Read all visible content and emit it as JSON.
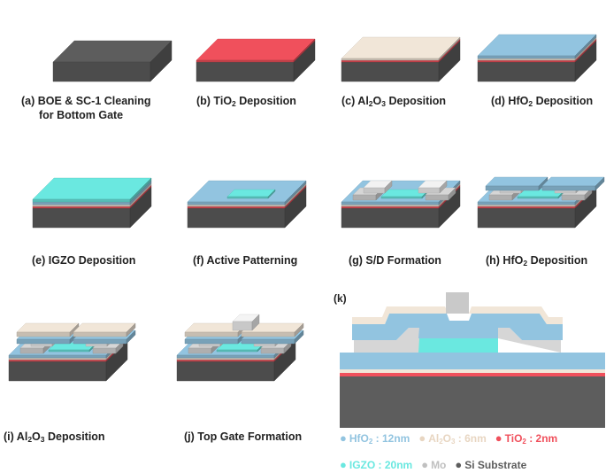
{
  "colors": {
    "si": "#5d5d5d",
    "tio2": "#f0505c",
    "al2o3": "#f1e6d8",
    "hfo2": "#92c4e0",
    "igzo": "#6ae8e0",
    "mo": "#d6d6d6"
  },
  "captions": [
    {
      "pre": "(a) BOE & SC-1 Cleaning",
      "sub": "",
      "post": "",
      "line2": "for Bottom Gate"
    },
    {
      "pre": "(b) TiO",
      "sub": "2",
      "post": " Deposition",
      "line2": ""
    },
    {
      "pre": "(c) Al",
      "sub": "2",
      "mid": "O",
      "sub2": "3",
      "post": " Deposition",
      "line2": ""
    },
    {
      "pre": "(d) HfO",
      "sub": "2",
      "post": " Deposition",
      "line2": ""
    },
    {
      "pre": "(e) IGZO Deposition",
      "sub": "",
      "post": "",
      "line2": ""
    },
    {
      "pre": "(f) Active Patterning",
      "sub": "",
      "post": "",
      "line2": ""
    },
    {
      "pre": "(g) S/D Formation",
      "sub": "",
      "post": "",
      "line2": ""
    },
    {
      "pre": "(h) HfO",
      "sub": "2",
      "post": " Deposition",
      "line2": ""
    },
    {
      "pre": "(i) Al",
      "sub": "2",
      "mid": "O",
      "sub2": "3",
      "post": " Deposition",
      "line2": ""
    },
    {
      "pre": "(j) Top Gate Formation",
      "sub": "",
      "post": "",
      "line2": ""
    }
  ],
  "panel_k_label": "(k)",
  "legend": [
    {
      "name": "HfO",
      "sub": "2",
      "rest": " : 12nm",
      "color": "#92c4e0"
    },
    {
      "name": "Al",
      "sub": "2",
      "mid": "O",
      "sub2": "3",
      "rest": " : 6nm",
      "color": "#f1e6d8"
    },
    {
      "name": "TiO",
      "sub": "2",
      "rest": " : 2nm",
      "color": "#f0505c"
    },
    {
      "name": "IGZO : 20nm",
      "sub": "",
      "rest": "",
      "color": "#6ae8e0"
    },
    {
      "name": "Mo",
      "sub": "",
      "rest": "",
      "color": "#c0c0c0"
    },
    {
      "name": "Si Substrate",
      "sub": "",
      "rest": "",
      "color": "#5d5d5d"
    }
  ]
}
